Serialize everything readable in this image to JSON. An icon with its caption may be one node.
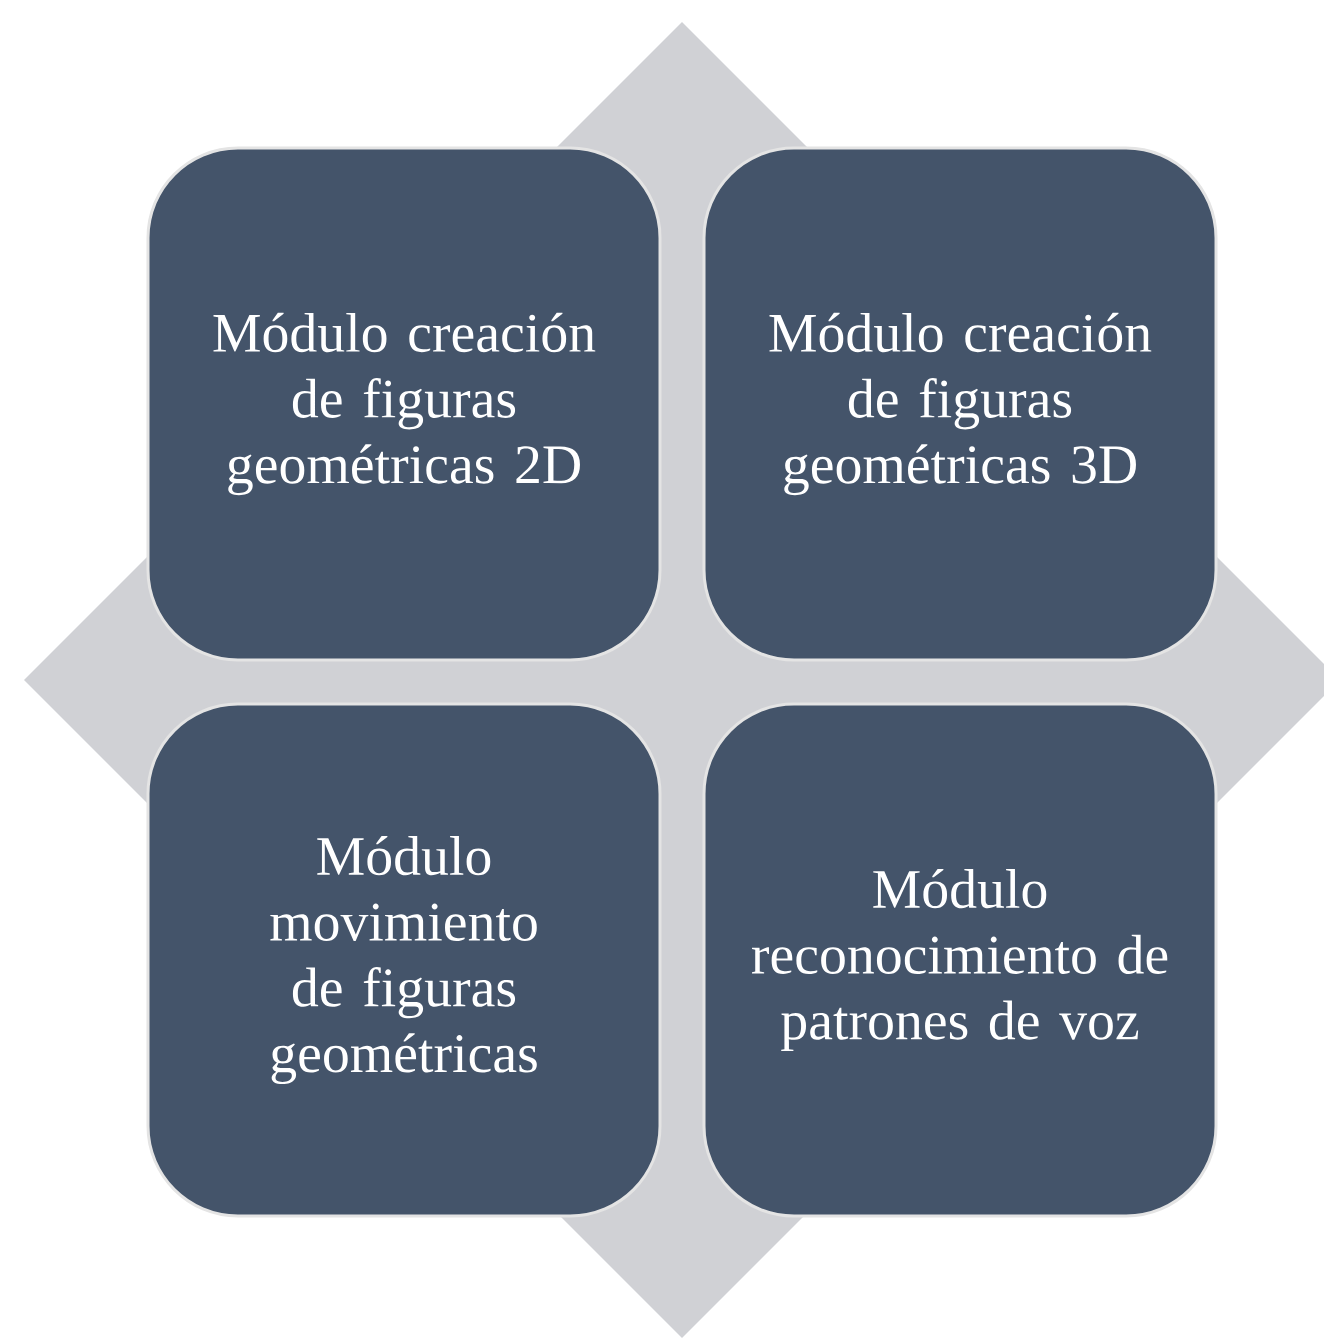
{
  "diagram": {
    "nodes": [
      {
        "text": [
          "Módulo creación de figuras geométricas 2D"
        ]
      },
      {
        "text": [
          "Módulo creación de figuras geométricas 3D"
        ]
      },
      {
        "text": [
          "Módulo movimiento de figuras geométricas"
        ]
      },
      {
        "text": [
          "Módulo reconocimiento de patrones de voz"
        ]
      }
    ]
  }
}
